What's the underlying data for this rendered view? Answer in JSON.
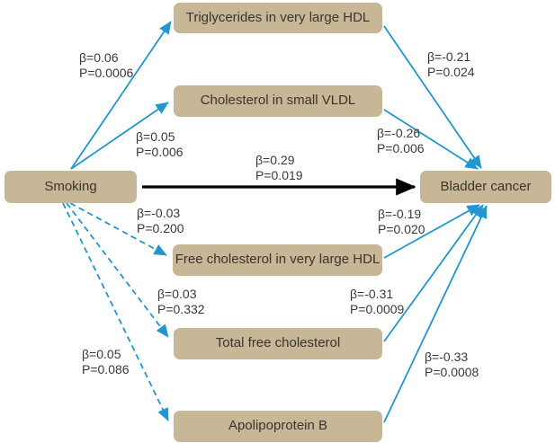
{
  "colors": {
    "node_fill": "#c7b796",
    "node_text": "#3b3430",
    "edge_blue": "#2196cf",
    "edge_black": "#000000",
    "label_text": "#3a3a3a",
    "background": "#ffffff"
  },
  "nodes": {
    "exposure": {
      "label": "Smoking"
    },
    "outcome": {
      "label": "Bladder cancer"
    },
    "mediators": [
      {
        "label": "Triglycerides in very large HDL"
      },
      {
        "label": "Cholesterol in small VLDL"
      },
      {
        "label": "Free cholesterol in very large HDL"
      },
      {
        "label": "Total free cholesterol"
      },
      {
        "label": "Apolipoprotein B"
      }
    ]
  },
  "edges": [
    {
      "from": "Smoking",
      "to": "Triglycerides in very large HDL",
      "beta": "β=0.06",
      "p": "P=0.0006",
      "style": "solid-blue"
    },
    {
      "from": "Triglycerides in very large HDL",
      "to": "Bladder cancer",
      "beta": "β=-0.21",
      "p": "P=0.024",
      "style": "solid-blue"
    },
    {
      "from": "Smoking",
      "to": "Cholesterol in small VLDL",
      "beta": "β=0.05",
      "p": "P=0.006",
      "style": "solid-blue"
    },
    {
      "from": "Cholesterol in small VLDL",
      "to": "Bladder cancer",
      "beta": "β=-0.26",
      "p": "P=0.006",
      "style": "solid-blue"
    },
    {
      "from": "Smoking",
      "to": "Bladder cancer",
      "beta": "β=0.29",
      "p": "P=0.019",
      "style": "solid-black"
    },
    {
      "from": "Smoking",
      "to": "Free cholesterol in very large HDL",
      "beta": "β=-0.03",
      "p": "P=0.200",
      "style": "dashed-blue"
    },
    {
      "from": "Free cholesterol in very large HDL",
      "to": "Bladder cancer",
      "beta": "β=-0.19",
      "p": "P=0.020",
      "style": "solid-blue"
    },
    {
      "from": "Smoking",
      "to": "Total free cholesterol",
      "beta": "β=0.03",
      "p": "P=0.332",
      "style": "dashed-blue"
    },
    {
      "from": "Total free cholesterol",
      "to": "Bladder cancer",
      "beta": "β=-0.31",
      "p": "P=0.0009",
      "style": "solid-blue"
    },
    {
      "from": "Smoking",
      "to": "Apolipoprotein B",
      "beta": "β=0.05",
      "p": "P=0.086",
      "style": "dashed-blue"
    },
    {
      "from": "Apolipoprotein B",
      "to": "Bladder cancer",
      "beta": "β=-0.33",
      "p": "P=0.0008",
      "style": "solid-blue"
    }
  ]
}
